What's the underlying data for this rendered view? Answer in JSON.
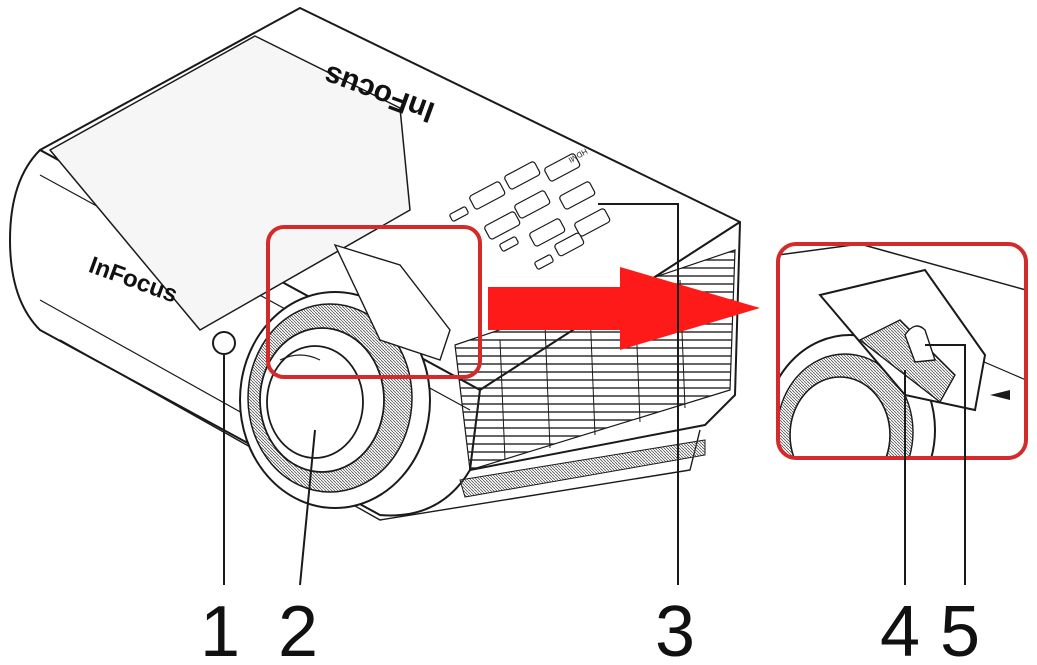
{
  "brand": {
    "top_logo": "InFocus",
    "front_logo": "InFocus",
    "port_label": "HDMI"
  },
  "callouts": [
    {
      "label": "1"
    },
    {
      "label": "2"
    },
    {
      "label": "3"
    },
    {
      "label": "4"
    },
    {
      "label": "5"
    }
  ],
  "colors": {
    "highlight": "#d42a2a",
    "arrow": "#ff1a1a",
    "line": "#1a1a1a"
  }
}
